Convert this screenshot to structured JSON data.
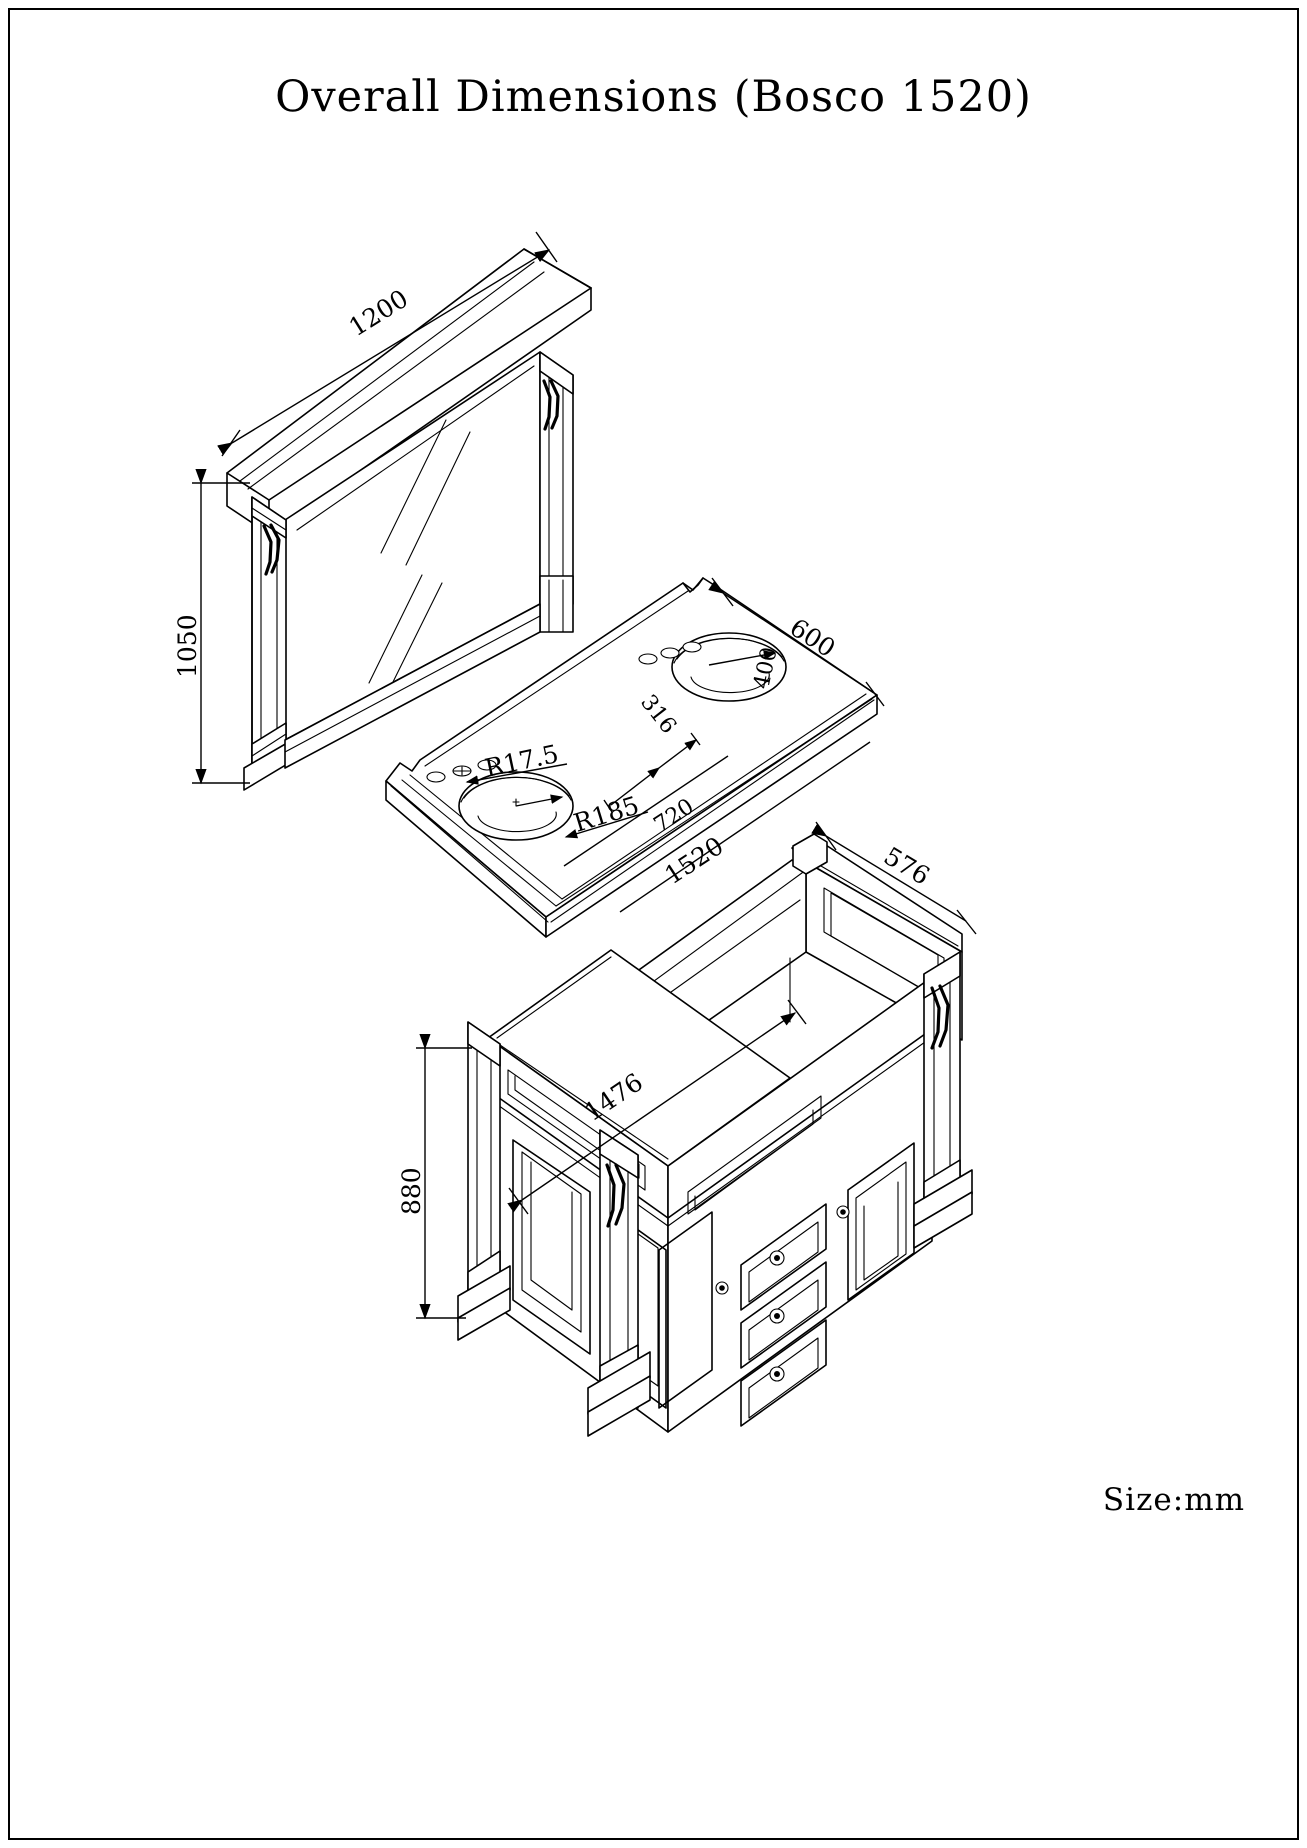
{
  "document": {
    "title": "Overall Dimensions (Bosco 1520)",
    "units_note": "Size:mm",
    "product": "Bosco 1520 Bathroom Vanity",
    "border": true
  },
  "views": [
    {
      "name": "mirror",
      "label": "Mirror assembly (isometric)"
    },
    {
      "name": "countertop",
      "label": "Countertop with twin basins (isometric)"
    },
    {
      "name": "cabinet",
      "label": "Vanity cabinet (isometric)"
    }
  ],
  "dimensions": {
    "mirror_width": "1200",
    "mirror_height": "1050",
    "counter_depth": "600",
    "counter_basin_offset": "316",
    "counter_tap_radius": "R17.5",
    "counter_basin_radius": "R185",
    "counter_basin_spacing": "720",
    "counter_length": "1520",
    "counter_basin_dia": "400",
    "cabinet_width": "1476",
    "cabinet_depth": "576",
    "cabinet_height": "880"
  },
  "chart_data": {
    "type": "table",
    "title": "Overall Dimensions (Bosco 1520)",
    "units": "mm",
    "categories": [
      "Mirror width",
      "Mirror height",
      "Countertop length",
      "Countertop depth",
      "Basin offset",
      "Basin spacing",
      "Basin radius",
      "Tap hole radius",
      "Basin diameter",
      "Cabinet width",
      "Cabinet depth",
      "Cabinet height"
    ],
    "values": [
      1200,
      1050,
      1520,
      600,
      316,
      720,
      185,
      17.5,
      400,
      1476,
      576,
      880
    ],
    "labels": [
      "1200",
      "1050",
      "1520",
      "600",
      "316",
      "720",
      "R185",
      "R17.5",
      "400",
      "1476",
      "576",
      "880"
    ]
  }
}
